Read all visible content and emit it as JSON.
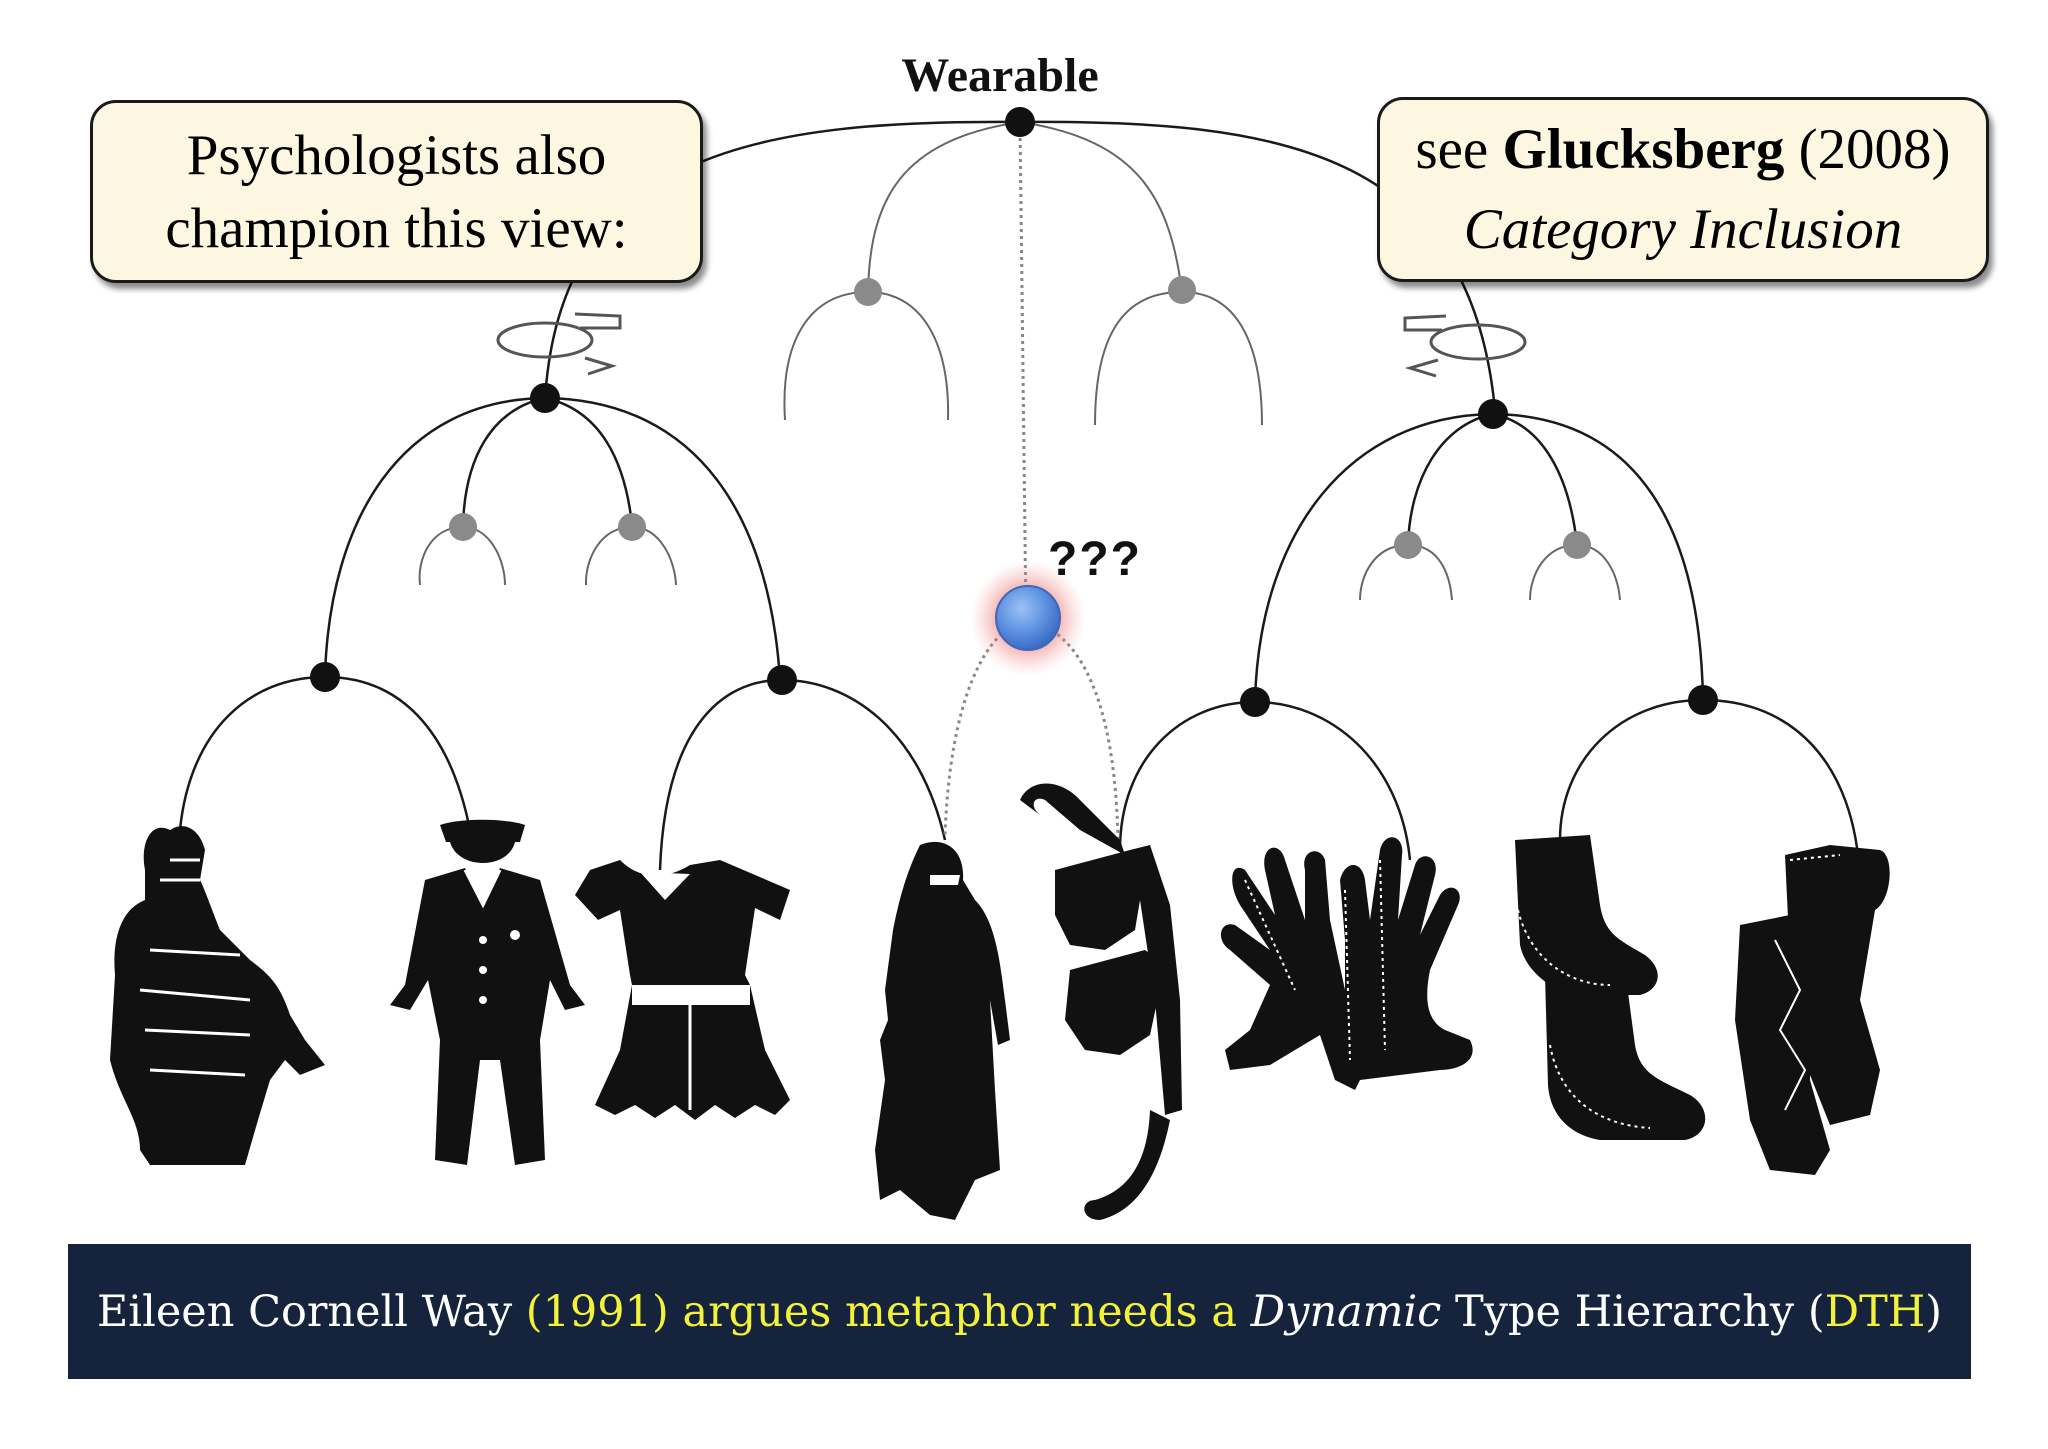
{
  "diagram": {
    "root_label": "Wearable",
    "unknown_label": "???",
    "callout_left": {
      "line1": "Psychologists also",
      "line2": "champion this view:"
    },
    "callout_right": {
      "prefix": "see ",
      "author": "Glucksberg",
      "year": " (2008)",
      "line2": "Category Inclusion"
    },
    "items": [
      "suit-of-armor",
      "police-uniform",
      "dress",
      "burqa",
      "sunglasses",
      "gloves",
      "socks",
      "shoes"
    ],
    "colors": {
      "caption_background": "#15233d",
      "caption_highlight": "#f3f23a",
      "callout_fill": "#fdf7e1",
      "unknown_node": "#5b8fe0",
      "unknown_glow": "#e04848"
    }
  },
  "caption": {
    "part1": "Eileen Cornell Way ",
    "part2": "(1991) argues metaphor needs a ",
    "part3": "Dynamic",
    "part4": " Type Hierarchy (",
    "part5": "DTH",
    "part6": ")"
  }
}
